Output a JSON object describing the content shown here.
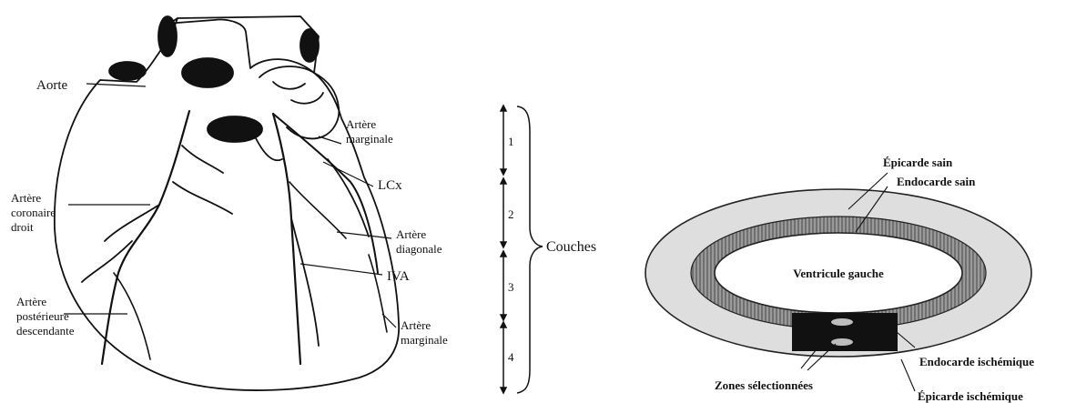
{
  "heart": {
    "labels": {
      "aorte": "Aorte",
      "rca_line1": "Artère",
      "rca_line2": "coronaire",
      "rca_line3": "droit",
      "pda_line1": "Artère",
      "pda_line2": "postérieure",
      "pda_line3": "descendante",
      "marg_top_line1": "Artère",
      "marg_top_line2": "marginale",
      "lcx": "LCx",
      "diag_line1": "Artère",
      "diag_line2": "diagonale",
      "iva": "IVA",
      "marg_bot_line1": "Artère",
      "marg_bot_line2": "marginale"
    }
  },
  "layers": {
    "numbers": [
      "1",
      "2",
      "3",
      "4"
    ],
    "label": "Couches"
  },
  "ring": {
    "labels": {
      "epi_sain": "Épicarde sain",
      "endo_sain": "Endocarde sain",
      "ventricule": "Ventricule gauche",
      "endo_isch": "Endocarde ischémique",
      "zones": "Zones sélectionnées",
      "epi_isch": "Épicarde ischémique"
    }
  }
}
